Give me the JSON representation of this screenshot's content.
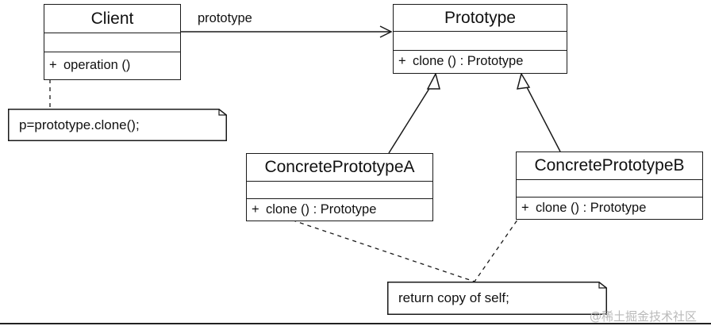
{
  "classes": {
    "client": {
      "name": "Client",
      "operation": {
        "visibility": "+",
        "signature": "operation ()"
      }
    },
    "prototype": {
      "name": "Prototype",
      "operation": {
        "visibility": "+",
        "signature": "clone ()  : Prototype"
      }
    },
    "concrete_a": {
      "name": "ConcretePrototypeA",
      "operation": {
        "visibility": "+",
        "signature": "clone ()  : Prototype"
      }
    },
    "concrete_b": {
      "name": "ConcretePrototypeB",
      "operation": {
        "visibility": "+",
        "signature": "clone ()  : Prototype"
      }
    }
  },
  "association": {
    "label": "prototype"
  },
  "notes": {
    "client_note": "p=prototype.clone();",
    "clone_note": "return copy of self;"
  },
  "watermark": "@稀土掘金技术社区",
  "colors": {
    "line": "#1a1a1a",
    "watermark": "#b9b9b9"
  }
}
